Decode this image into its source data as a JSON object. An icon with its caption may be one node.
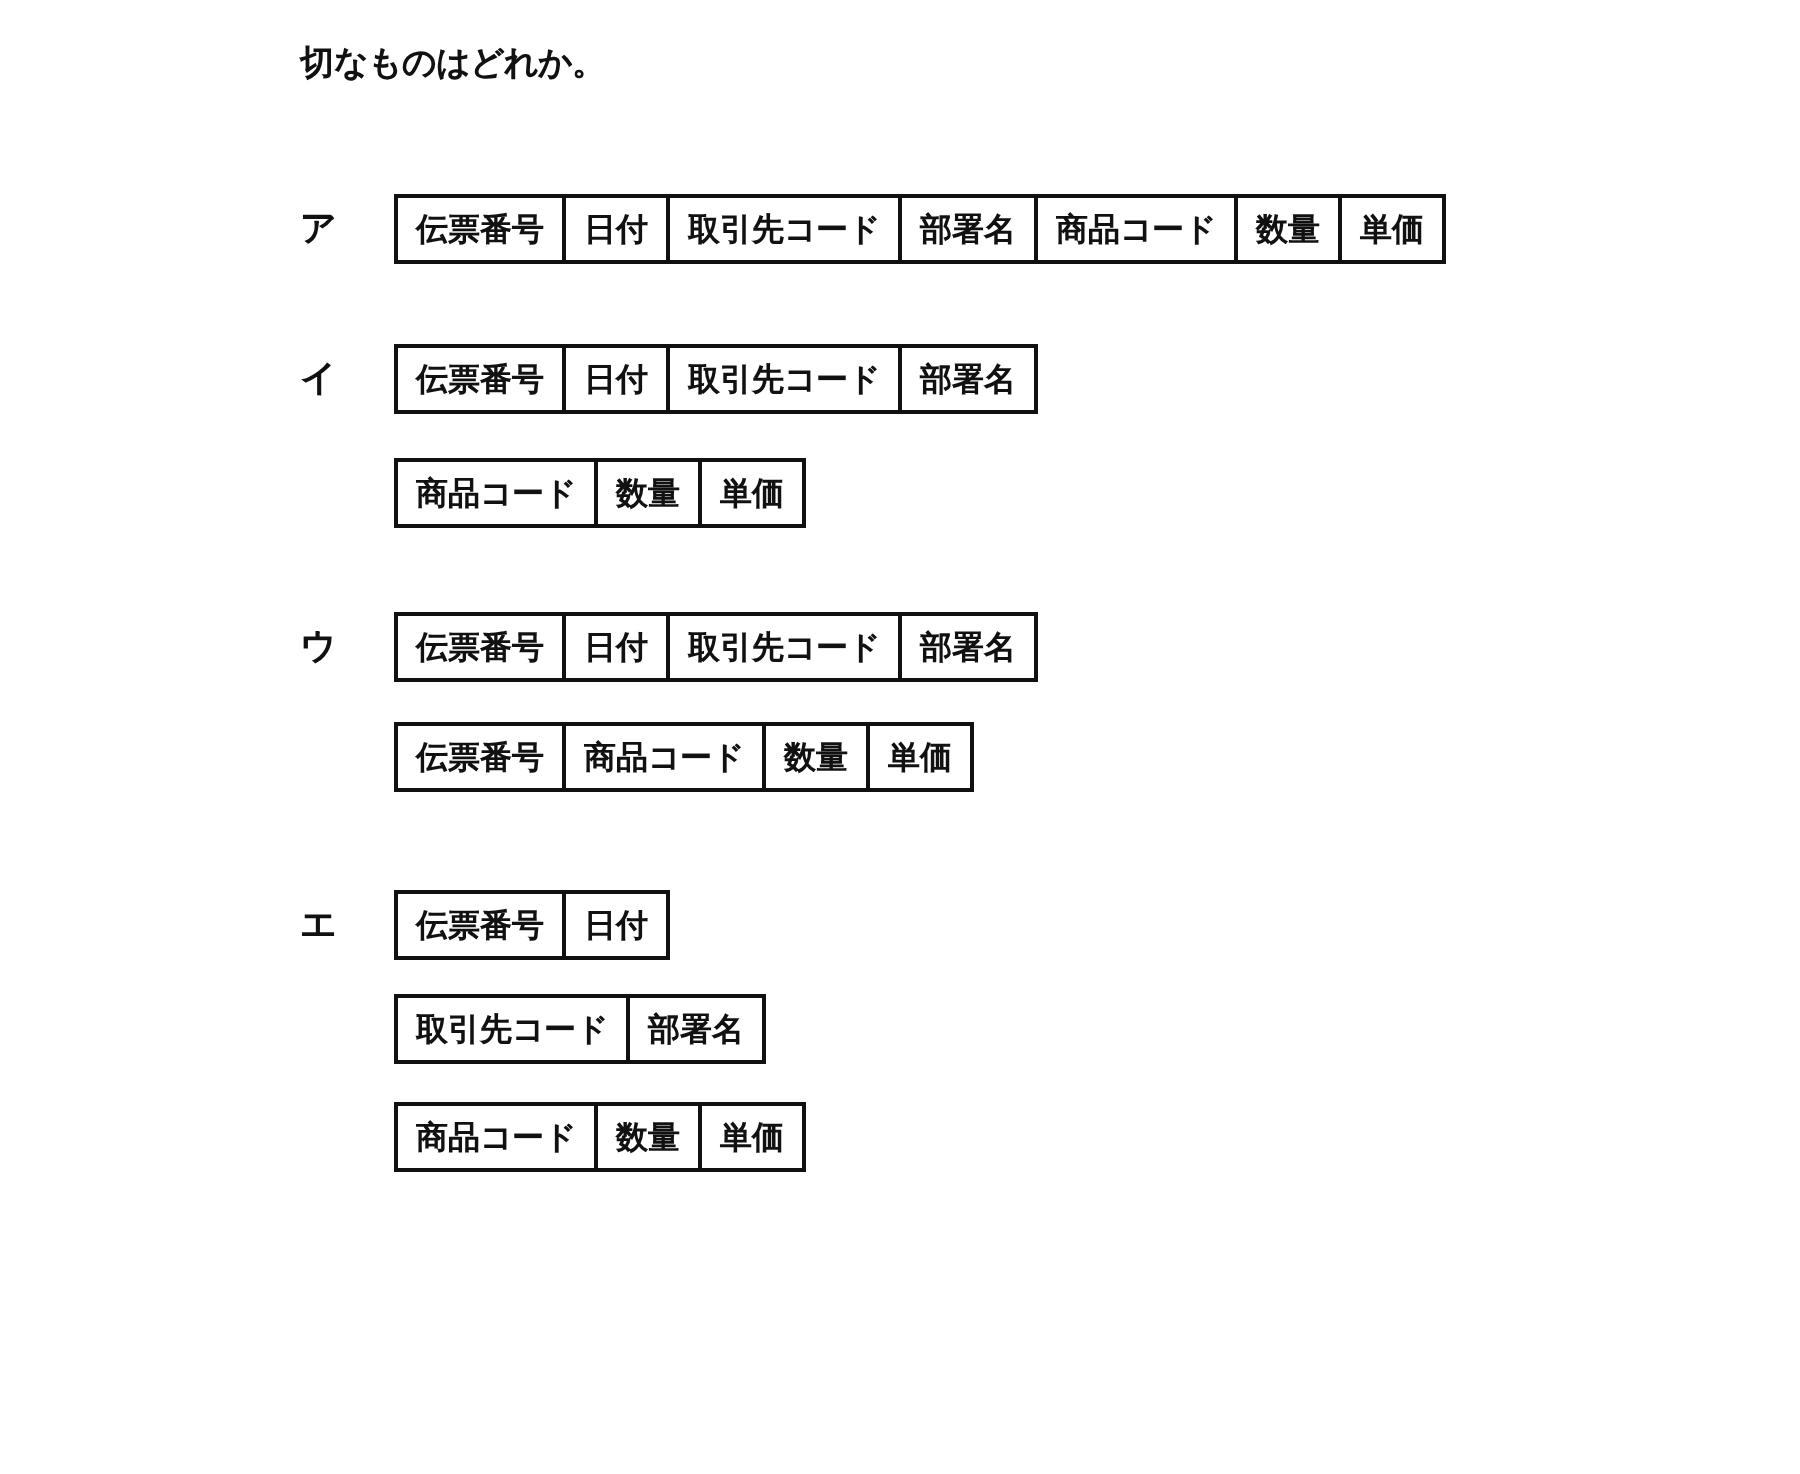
{
  "diagram": {
    "labels": [
      "切なものはどれか。",
      "ア",
      "伝票番号",
      "日付",
      "取引先コード",
      "部署名",
      "商品コード",
      "数量",
      "単価",
      "イ",
      "伝票番号",
      "日付",
      "取引先コード",
      "部署名",
      "商品コード",
      "数量",
      "単価",
      "ウ",
      "伝票番号",
      "日付",
      "取引先コード",
      "部署名",
      "伝票番号",
      "商品コード",
      "数量",
      "単価",
      "エ",
      "伝票番号",
      "日付",
      "取引先コード",
      "部署名",
      "商品コード",
      "数量",
      "単価"
    ]
  }
}
